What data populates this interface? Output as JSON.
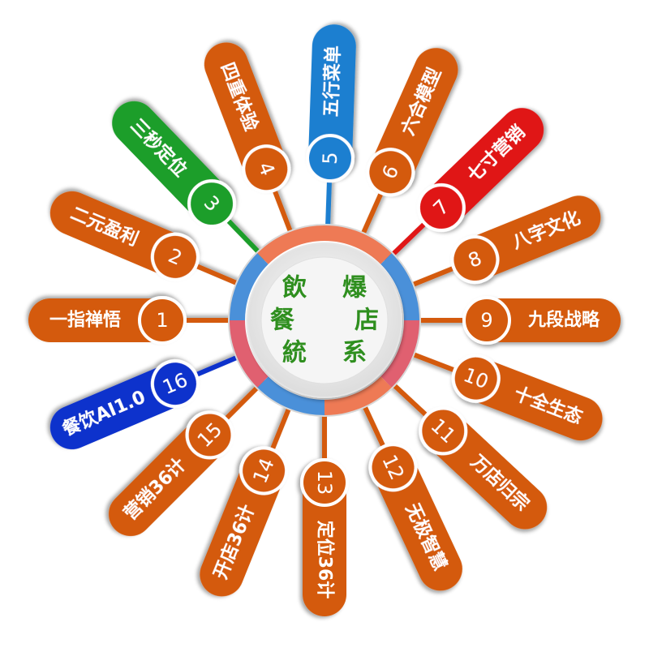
{
  "center": {
    "lines": [
      "飲",
      "爆",
      "餐",
      "店",
      "統",
      "系"
    ]
  },
  "items": [
    {
      "num": "1",
      "label": "一指禅悟",
      "color": "#d45a0a"
    },
    {
      "num": "2",
      "label": "二元盈利",
      "color": "#d45a0a"
    },
    {
      "num": "3",
      "label": "三秒定位",
      "color": "#1f9e2a"
    },
    {
      "num": "4",
      "label": "四重体验",
      "color": "#d45a0a"
    },
    {
      "num": "5",
      "label": "五行菜单",
      "color": "#1c7fd0"
    },
    {
      "num": "6",
      "label": "六合模型",
      "color": "#d45a0a"
    },
    {
      "num": "7",
      "label": "七寸营销",
      "color": "#e01818"
    },
    {
      "num": "8",
      "label": "八字文化",
      "color": "#d45a0a"
    },
    {
      "num": "9",
      "label": "九段战略",
      "color": "#d45a0a"
    },
    {
      "num": "10",
      "label": "十全生态",
      "color": "#d45a0a"
    },
    {
      "num": "11",
      "label": "万店归宗",
      "color": "#d45a0a"
    },
    {
      "num": "12",
      "label": "无极智慧",
      "color": "#d45a0a"
    },
    {
      "num": "13",
      "label": "定位36计",
      "color": "#d45a0a"
    },
    {
      "num": "14",
      "label": "开店36计",
      "color": "#d45a0a"
    },
    {
      "num": "15",
      "label": "营销36计",
      "color": "#d45a0a"
    },
    {
      "num": "16",
      "label": "餐饮AI1.0",
      "color": "#1133cc"
    }
  ]
}
